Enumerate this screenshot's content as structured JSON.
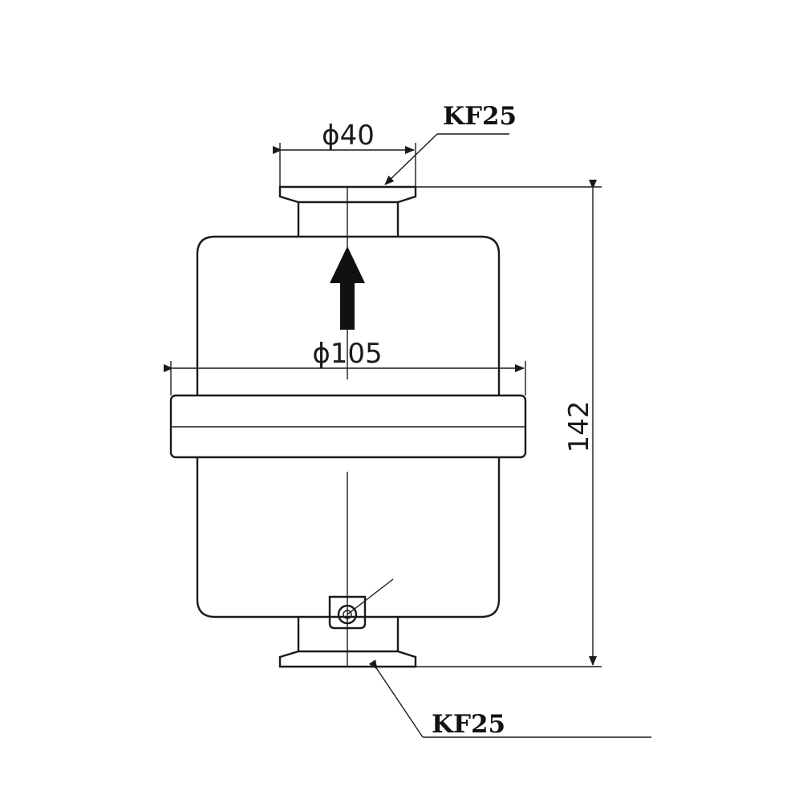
{
  "labels": {
    "top_connection": "KF25",
    "bottom_connection": "KF25",
    "flange_diameter": "ϕ40",
    "body_diameter": "ϕ105",
    "overall_height": "142"
  },
  "colors": {
    "line": "#1a1a1a",
    "background": "#ffffff"
  }
}
